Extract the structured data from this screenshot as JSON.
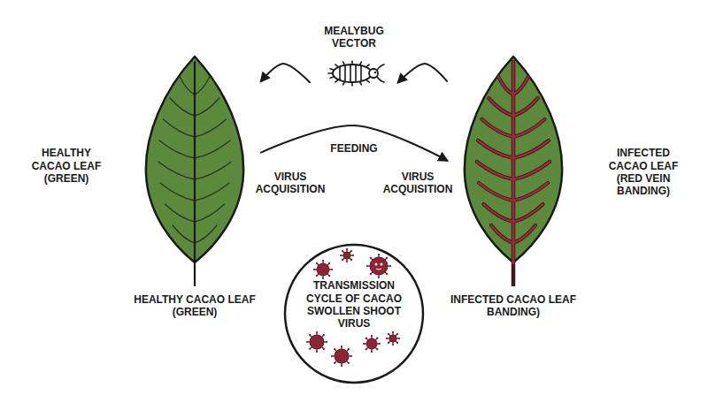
{
  "diagram": {
    "nodes": [
      {
        "text": [
          "MEALYBUG VECTOR"
        ]
      },
      {
        "text": [
          "HEALTHY CACAO LEAF (GREEN)"
        ]
      },
      {
        "text": [
          "INFECTED CACAO LEAF BANDING)"
        ]
      },
      {
        "text": [
          "TRANSMISSION CYCLE OF CACAO SWOLLEN SHOOT VIRUS"
        ]
      }
    ],
    "edges": [
      {
        "from": 0,
        "to": 1,
        "arrow": "to"
      },
      {
        "from": 2,
        "to": 0,
        "arrow": "to"
      },
      {
        "from": 1,
        "to": 2,
        "label": "FEEDING",
        "arrow": "to"
      }
    ],
    "labels": [
      "HEALTHY CACAO LEAF (GREEN)",
      "VIRUS ACQUISITION",
      "VIRUS ACQUISITION",
      "INFECTED CACAO LEAF (RED VEIN BANDING)"
    ]
  }
}
